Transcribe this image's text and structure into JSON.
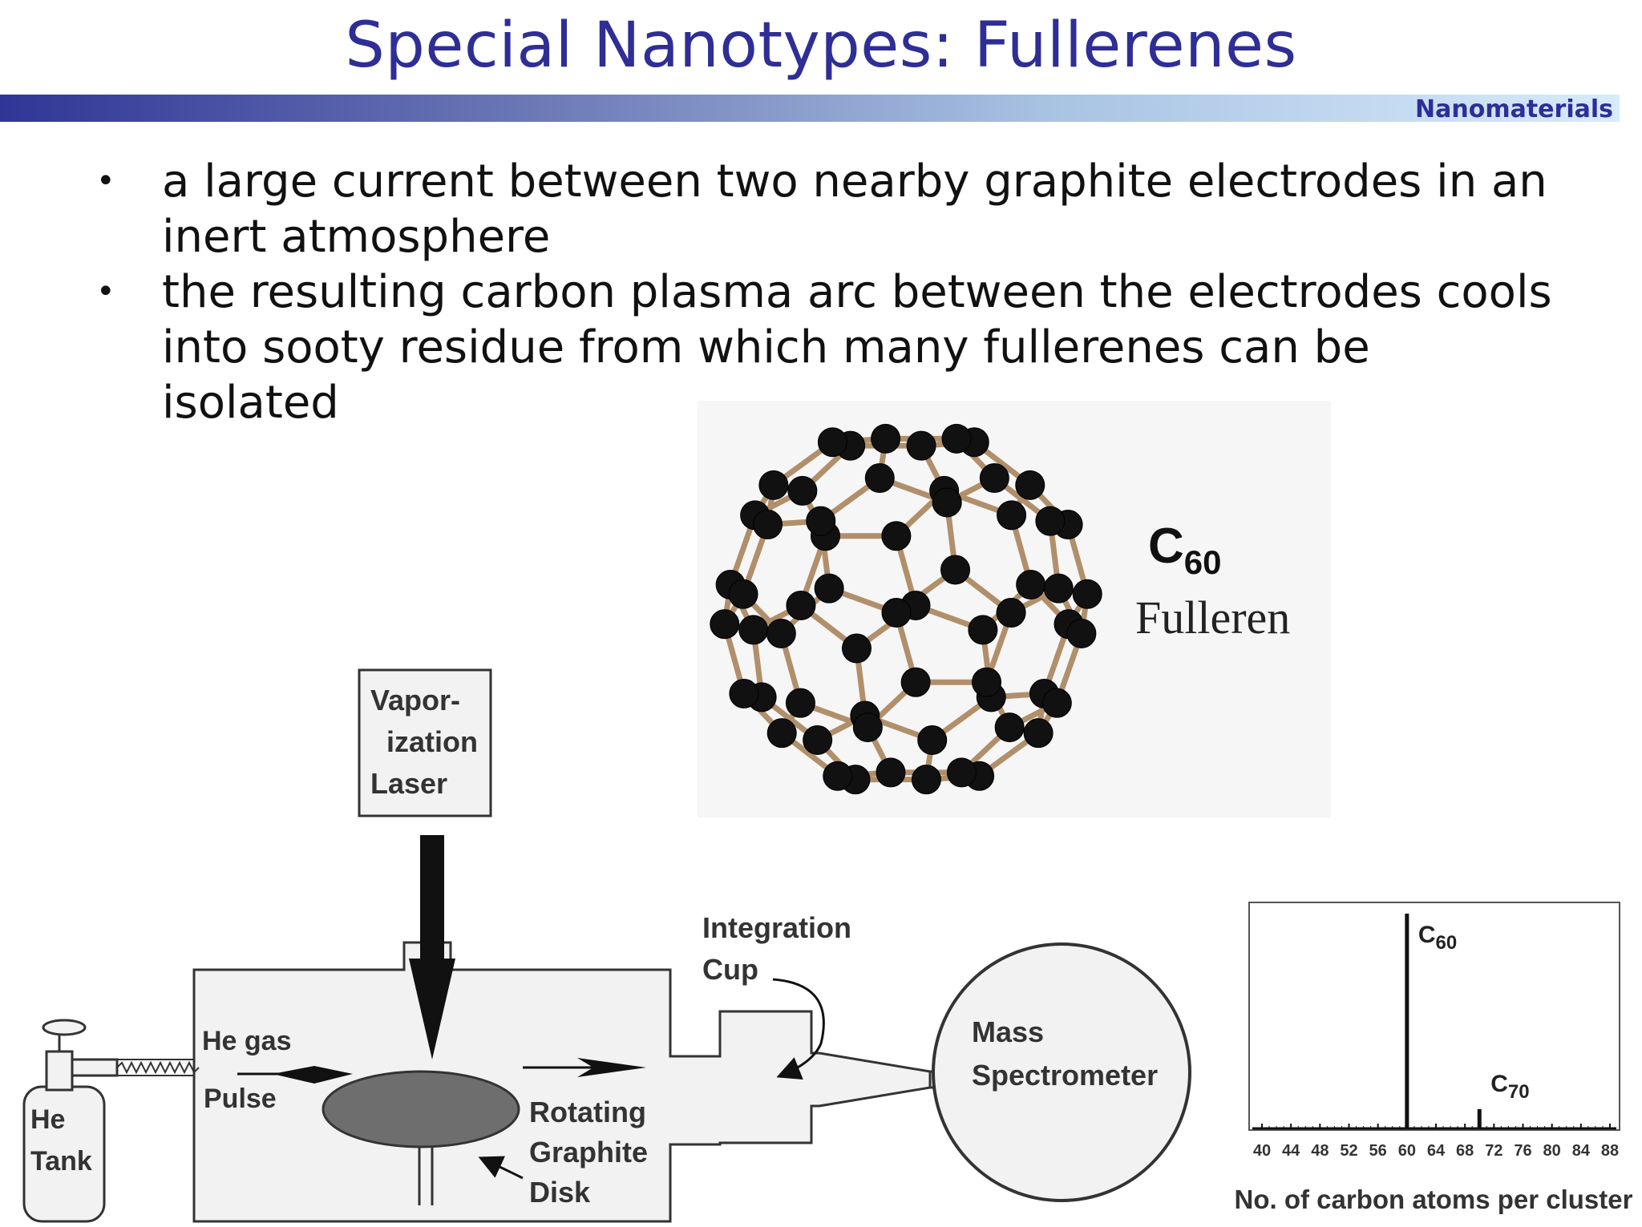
{
  "slide": {
    "title": "Special Nanotypes: Fullerenes",
    "section_tag": "Nanomaterials"
  },
  "bullets": [
    "a large current between two nearby graphite electrodes in an inert atmosphere",
    "the resulting carbon plasma arc between the electrodes cools into sooty residue from which many fullerenes can be isolated"
  ],
  "molecule": {
    "formula_main": "C",
    "formula_sub": "60",
    "name": "Fulleren"
  },
  "apparatus": {
    "laser_line1": "Vapor-",
    "laser_line2": "ization",
    "laser_line3": "Laser",
    "tank_line1": "He",
    "tank_line2": "Tank",
    "gas_label": "He gas",
    "pulse_label": "Pulse",
    "cup_line1": "Integration",
    "cup_line2": "Cup",
    "disk_line1": "Rotating",
    "disk_line2": "Graphite",
    "disk_line3": "Disk",
    "ms_line1": "Mass",
    "ms_line2": "Spectrometer"
  },
  "chart_data": {
    "type": "bar",
    "xlabel": "No. of carbon atoms per cluster",
    "ylabel": "",
    "xlim": [
      40,
      88
    ],
    "ylim": [
      0,
      100
    ],
    "x_ticks": [
      40,
      44,
      48,
      52,
      56,
      60,
      64,
      68,
      72,
      76,
      80,
      84,
      88
    ],
    "x": [
      60,
      70
    ],
    "values": [
      100,
      9
    ],
    "peak_labels": [
      {
        "main": "C",
        "sub": "60",
        "x": 60
      },
      {
        "main": "C",
        "sub": "70",
        "x": 70
      }
    ]
  }
}
